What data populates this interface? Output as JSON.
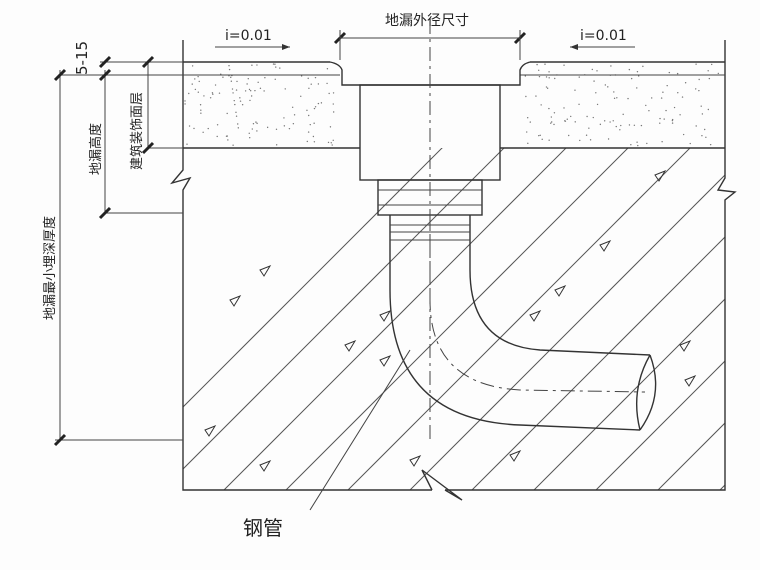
{
  "title": "地漏外径尺寸",
  "slope_left": "i=0.01",
  "slope_right": "i=0.01",
  "dim_top": "5-15",
  "dim_decoration_layer": "建筑装饰面层",
  "dim_drain_height": "地漏高度",
  "dim_min_depth": "地漏最小埋深厚度",
  "pipe_label": "钢管"
}
